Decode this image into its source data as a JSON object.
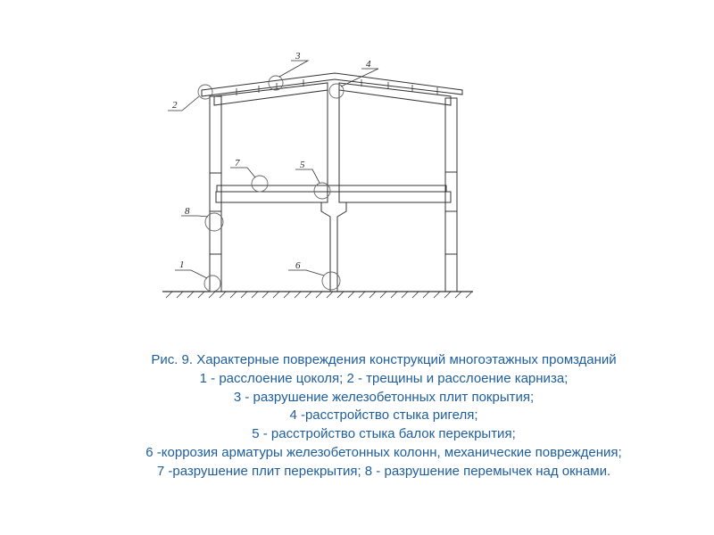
{
  "drawing": {
    "labels": [
      "1",
      "2",
      "3",
      "4",
      "5",
      "6",
      "7",
      "8"
    ]
  },
  "caption": {
    "lines": [
      "Рис. 9. Характерные повреждения конструкций многоэтажных промзданий",
      "1 - расслоение цоколя; 2 - трещины и расслоение карниза;",
      "3 - разрушение железобетонных плит покрытия;",
      "4 -расстройство стыка ригеля;",
      "5 - расстройство стыка балок перекрытия;",
      "6 -коррозия арматуры железобетонных колонн, механические повреждения;",
      "7 -разрушение плит перекрытия; 8 - разрушение перемычек над окнами."
    ]
  }
}
